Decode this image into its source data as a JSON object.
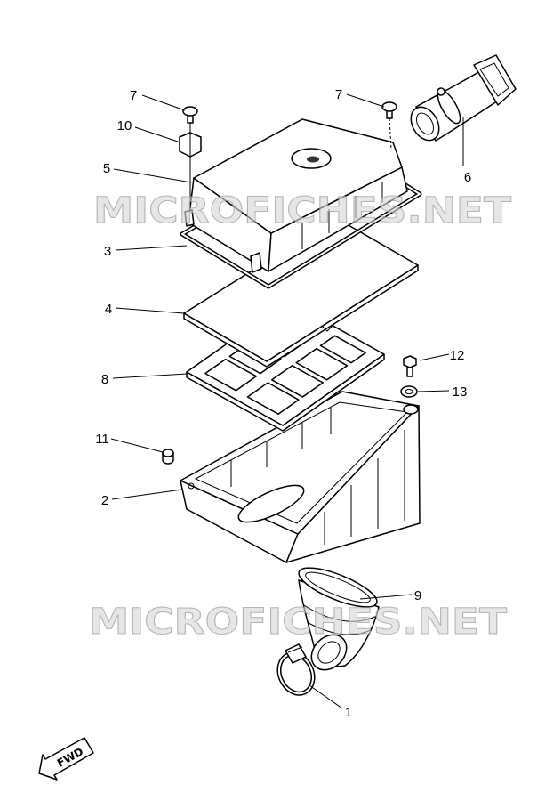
{
  "callouts": [
    "7",
    "10",
    "5",
    "3",
    "4",
    "8",
    "11",
    "2",
    "7",
    "6",
    "12",
    "13",
    "9",
    "1"
  ],
  "fwd_label": "FWD",
  "watermark": "MICROFICHES.NET",
  "colors": {
    "line": "#000000",
    "background": "#ffffff",
    "watermark": "#d6d6d6"
  }
}
